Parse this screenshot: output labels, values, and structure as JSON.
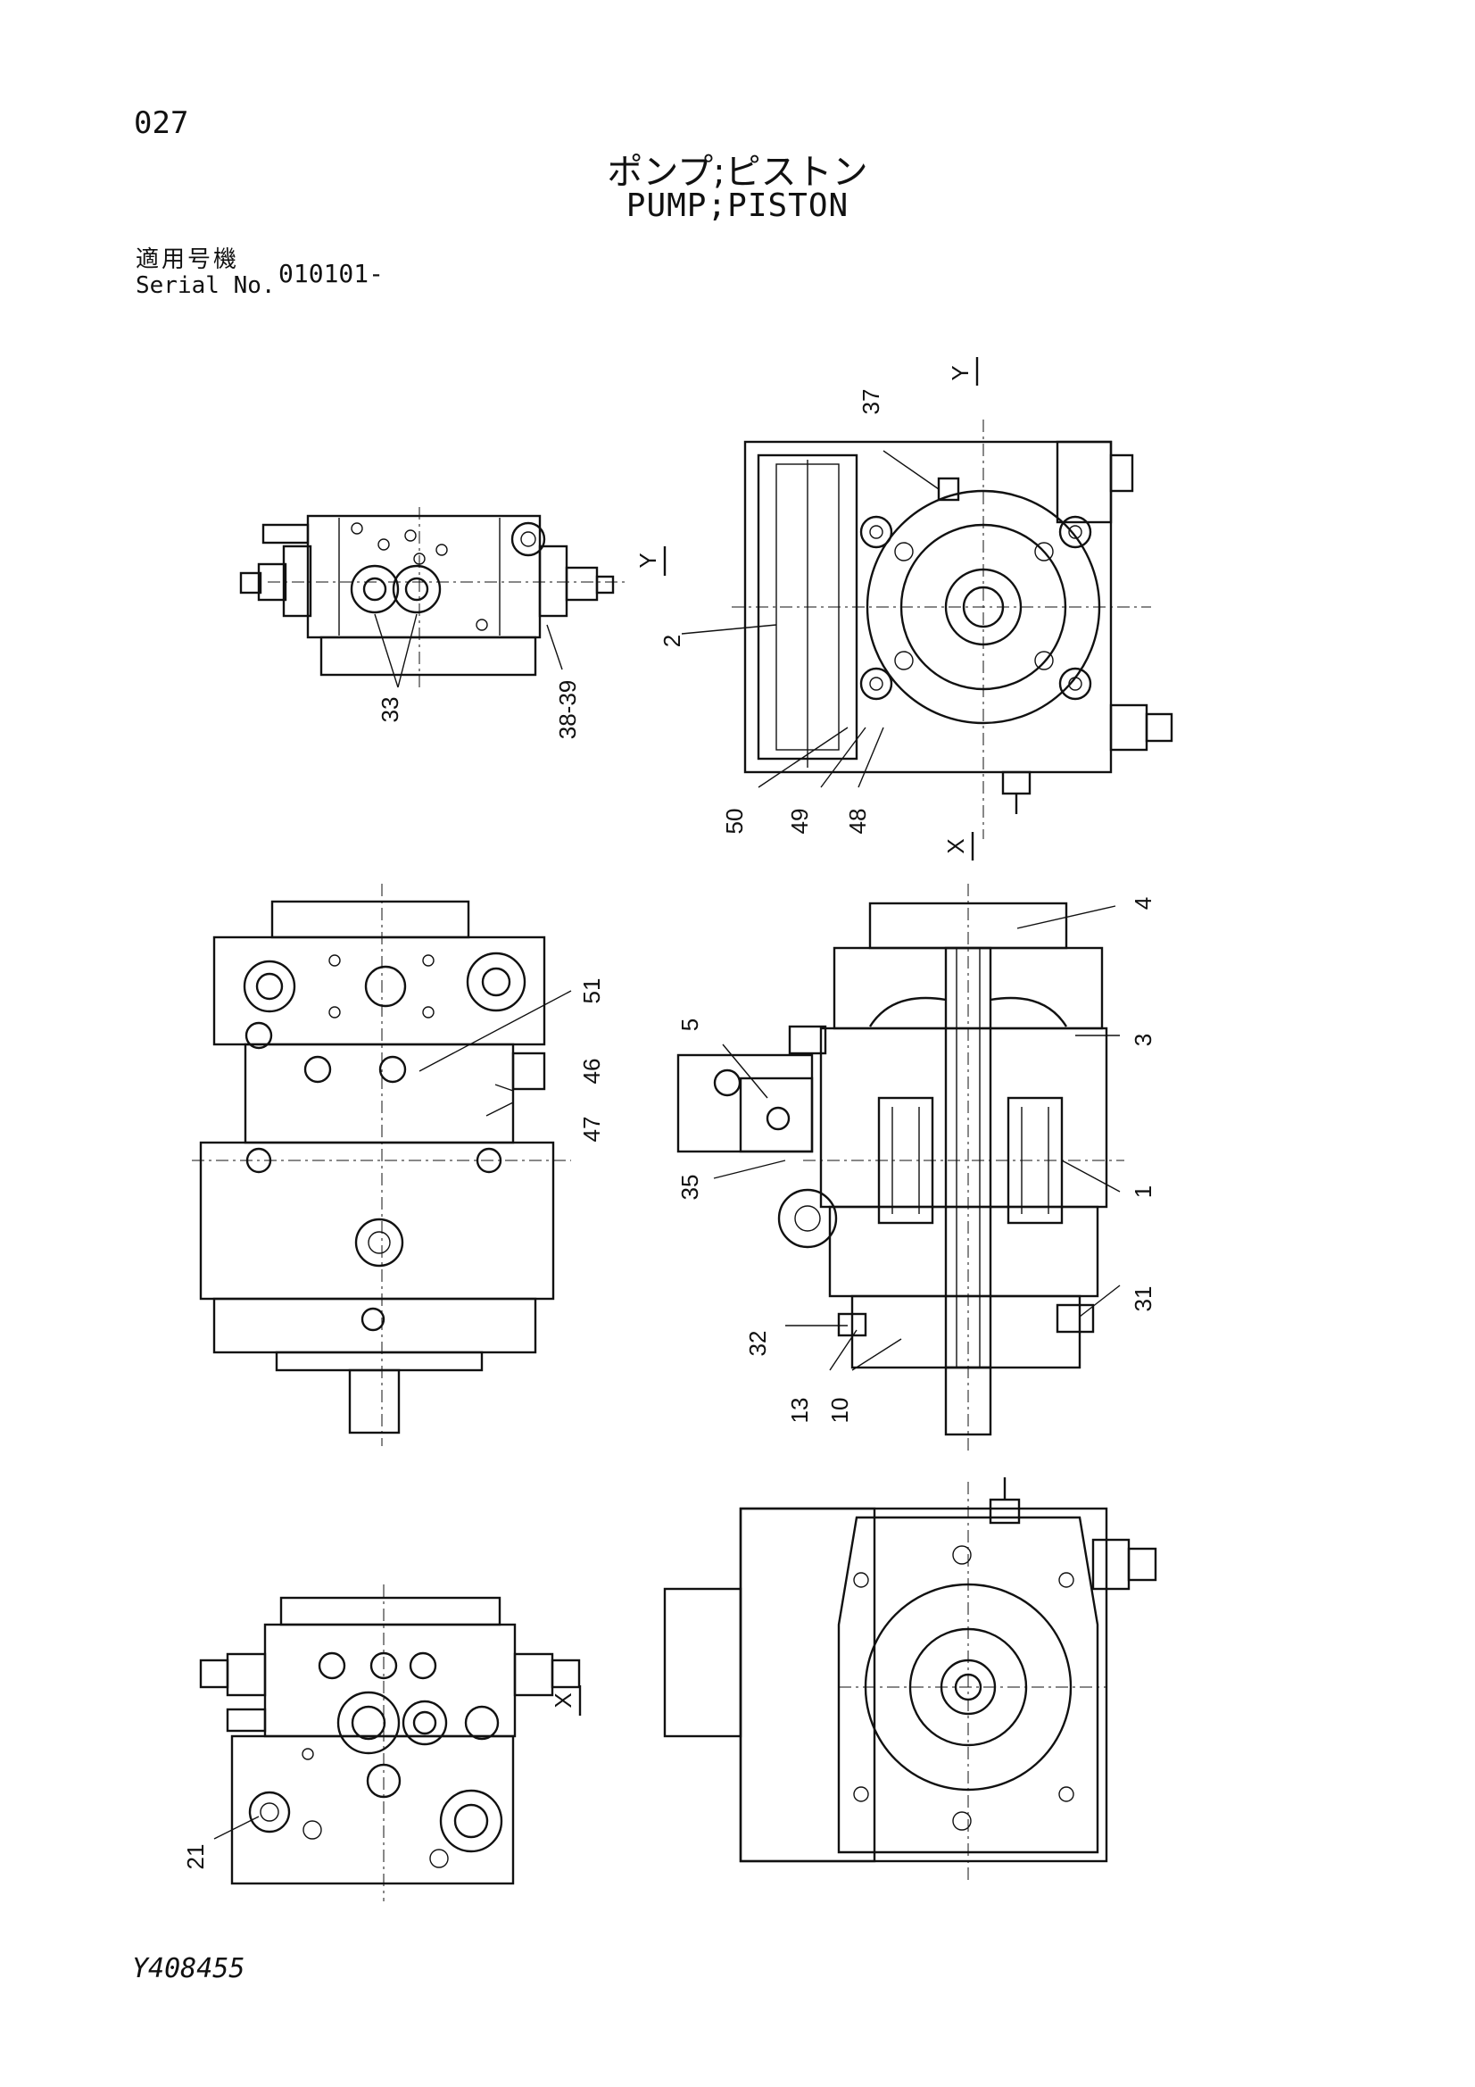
{
  "page_number": "027",
  "title_jp": "ポンプ;ピストン",
  "title_en": "PUMP;PISTON",
  "serial": {
    "label_jp": "適用号機",
    "label_en": "Serial No.",
    "value": "010101-"
  },
  "callouts": {
    "c1": "1",
    "c2": "2",
    "c3": "3",
    "c4": "4",
    "c5": "5",
    "c10": "10",
    "c13": "13",
    "c21": "21",
    "c31": "31",
    "c32": "32",
    "c33": "33",
    "c35": "35",
    "c37": "37",
    "c38_39": "38-39",
    "c46": "46",
    "c47": "47",
    "c48": "48",
    "c49": "49",
    "c50": "50",
    "c51": "51"
  },
  "view_markers": {
    "y_top": "Y",
    "y_left": "Y",
    "x_mid": "X",
    "x_bottom": "X"
  },
  "document_id": "Y408455"
}
